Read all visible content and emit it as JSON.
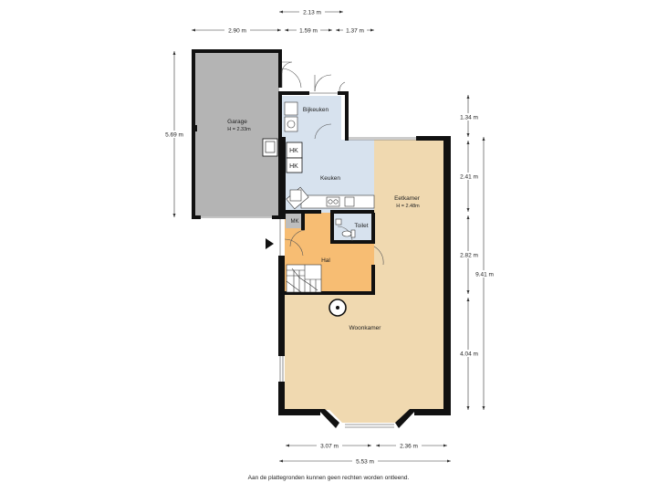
{
  "rooms": {
    "garage": "Garage",
    "garage_height": "H = 2.33m",
    "bijkeuken": "Bijkeuken",
    "keuken": "Keuken",
    "eetkamer": "Eetkamer",
    "eetkamer_height": "H = 2.48m",
    "toilet": "Toilet",
    "hal": "Hal",
    "woonkamer": "Woonkamer",
    "hk1": "HK",
    "hk2": "HK",
    "mk": "MK"
  },
  "dimensions": {
    "top_213": "2.13 m",
    "top_290": "2.90 m",
    "top_159": "1.59 m",
    "top_137": "1.37 m",
    "left_569": "5.69 m",
    "right_134": "1.34 m",
    "right_241": "2.41 m",
    "right_282": "2.82 m",
    "right_404": "4.04 m",
    "right_941": "9.41 m",
    "bottom_307": "3.07 m",
    "bottom_236": "2.36 m",
    "bottom_553": "5.53 m"
  },
  "colors": {
    "garage_fill": "#b4b4b4",
    "kitchen_fill": "#d7e2ee",
    "living_fill": "#f0d9b0",
    "hall_fill": "#f7bd73",
    "wall": "#111111"
  },
  "footer": {
    "disclaimer": "Aan de plattegronden kunnen geen rechten worden ontleend."
  }
}
